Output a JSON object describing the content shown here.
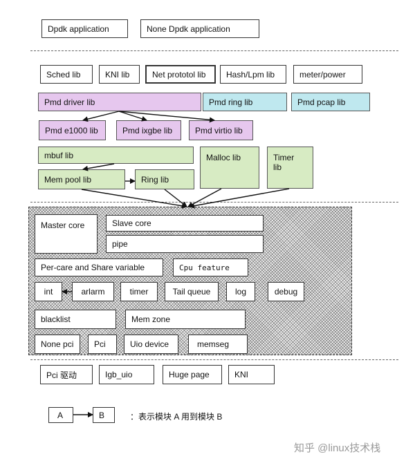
{
  "applications": {
    "dpdk_app": "Dpdk application",
    "none_dpdk_app": "None Dpdk application"
  },
  "libs_row": {
    "sched": "Sched lib",
    "kni": "KNI lib",
    "net_protocol": "Net prototol lib",
    "hash_lpm": "Hash/Lpm lib",
    "meter_power": "meter/power"
  },
  "pmd": {
    "driver": "Pmd driver lib",
    "ring": "Pmd ring lib",
    "pcap": "Pmd pcap lib",
    "e1000": "Pmd e1000 lib",
    "ixgbe": "Pmd ixgbe lib",
    "virtio": "Pmd virtio lib"
  },
  "memory": {
    "mbuf": "mbuf lib",
    "malloc": "Malloc lib",
    "timer": "Timer lib",
    "mempool": "Mem pool lib",
    "ring": "Ring lib"
  },
  "eal": {
    "master_core": "Master core",
    "slave_core": "Slave core",
    "pipe": "pipe",
    "per_core": "Per-care and Share variable",
    "cpu_feature": "Cpu feature",
    "int": "int",
    "alarm": "arlarm",
    "timer": "timer",
    "tail_queue": "Tail queue",
    "log": "log",
    "debug": "debug",
    "blacklist": "blacklist",
    "mem_zone": "Mem zone",
    "none_pci": "None pci",
    "pci": "Pci",
    "uio_device": "Uio device",
    "memseg": "memseg"
  },
  "kernel": {
    "pci_driver": "Pci 驱动",
    "igb_uio": "Igb_uio",
    "huge_page": "Huge page",
    "kni": "KNI"
  },
  "legend": {
    "box_a": "A",
    "box_b": "B",
    "text": "：表示模块 A 用到模块 B"
  },
  "watermark": "知乎 @linux技术栈"
}
